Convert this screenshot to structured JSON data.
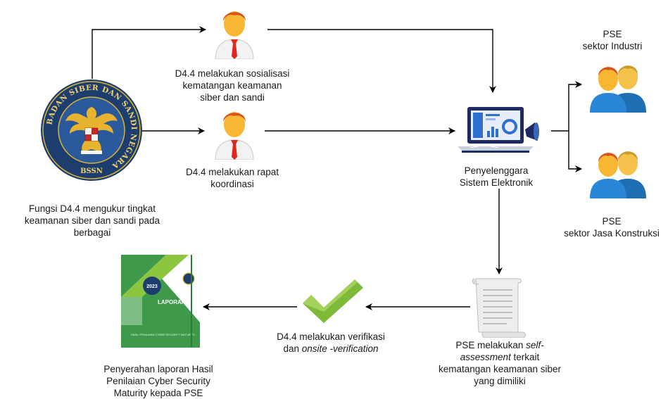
{
  "bssn": {
    "ring_text": "BADAN SIBER DAN SANDI NEGARA",
    "acronym": "BSSN",
    "caption": [
      "Fungsi D4.4 mengukur tingkat",
      "keamanan siber dan sandi pada",
      "berbagai"
    ]
  },
  "person1": {
    "caption": [
      "D4.4 melakukan sosialisasi",
      "kematangan keamanan",
      "siber dan sandi"
    ]
  },
  "person2": {
    "caption": [
      "D4.4 melakukan rapat",
      "koordinasi"
    ]
  },
  "pse": {
    "caption": [
      "Penyelenggara",
      "Sistem Elektronik"
    ]
  },
  "industri": {
    "caption": [
      "PSE",
      "sektor Industri"
    ]
  },
  "konstruksi": {
    "caption": [
      "PSE",
      "sektor Jasa Konstruksi"
    ]
  },
  "document": {
    "caption_pre": "PSE melakukan ",
    "caption_em": "self-assessment",
    "caption_post": " terkait kematangan keamanan siber yang dimiliki"
  },
  "verify": {
    "line1": "D4.4 melakukan verifikasi",
    "line2_pre": "dan ",
    "line2_em": "onsite -verification"
  },
  "report": {
    "year": "2023",
    "title": "LAPORAN",
    "subtitle": "HASIL PENILAIAN CYBER SECURITY MATURITY",
    "caption": [
      "Penyerahan laporan Hasil",
      "Penilaian Cyber Security",
      "Maturity kepada PSE"
    ]
  },
  "colors": {
    "arrow": "#000000",
    "person_face": "#f7b733",
    "person_hair": "#d9531e",
    "tie": "#e0261d",
    "user_blue": "#1f6fb5",
    "check_green": "#7fb93a",
    "report_green": "#3e9a4a",
    "navy": "#1c3d6e"
  }
}
